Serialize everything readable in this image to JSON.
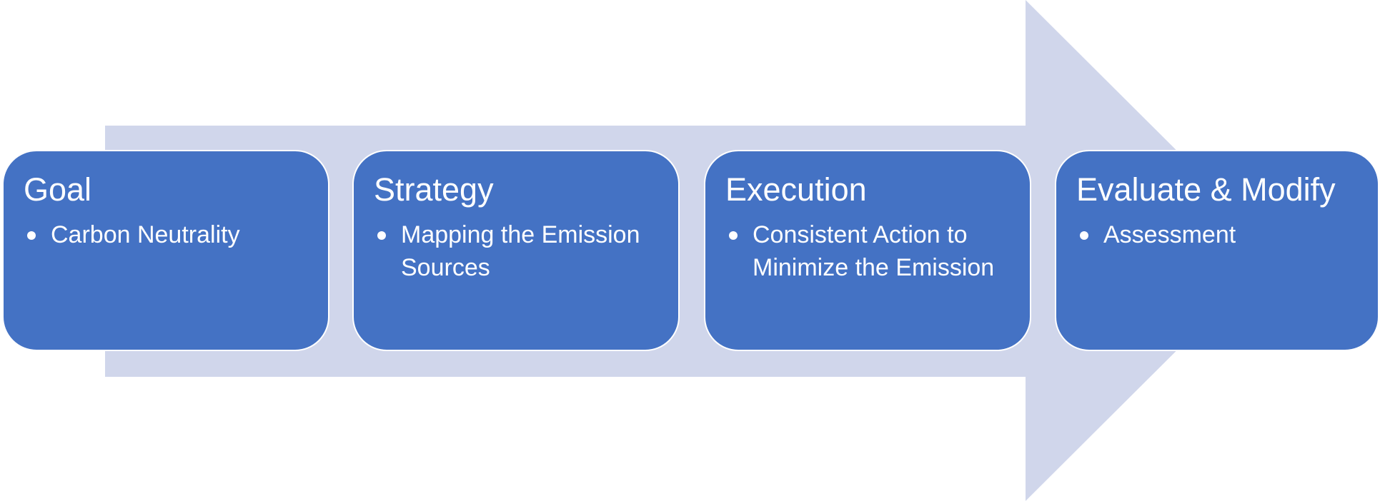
{
  "colors": {
    "arrow": "#d0d6eb",
    "box_fill": "#4472c4",
    "box_border": "#ffffff",
    "text": "#ffffff"
  },
  "steps": [
    {
      "title": "Goal",
      "bullets": [
        "Carbon Neutrality"
      ]
    },
    {
      "title": "Strategy",
      "bullets": [
        "Mapping the Emission Sources"
      ]
    },
    {
      "title": "Execution",
      "bullets": [
        "Consistent Action to Minimize the Emission"
      ]
    },
    {
      "title": "Evaluate & Modify",
      "bullets": [
        "Assessment"
      ]
    }
  ]
}
